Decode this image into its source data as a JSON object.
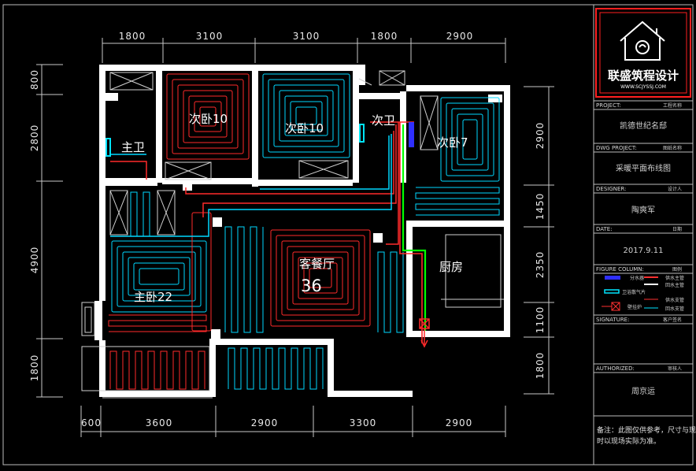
{
  "dimensions": {
    "top": [
      "1800",
      "3100",
      "3100",
      "1800",
      "2900"
    ],
    "bottom": [
      "600",
      "3600",
      "2900",
      "3300",
      "2900"
    ],
    "left": [
      "800",
      "2800",
      "4900",
      "1800"
    ],
    "right": [
      "2900",
      "1450",
      "2350",
      "1100",
      "1800"
    ]
  },
  "rooms": {
    "bedroom_a": "次卧10",
    "bedroom_b": "次卧10",
    "bedroom_c": "次卧7",
    "master_bath": "主卫",
    "second_bath": "次卫",
    "master_bedroom": "主卧22",
    "living_label": "客餐厅",
    "living_area": "36",
    "kitchen": "厨房"
  },
  "logo": {
    "title": "联盛筑程设计",
    "url": "WWW.SCJYSSJ.COM"
  },
  "title_block": {
    "project_label": "PROJECT:",
    "project_label_cn": "工程名称",
    "project_value": "凯德世纪名邸",
    "dwg_label": "DWG PROJECT:",
    "dwg_label_cn": "图纸名称",
    "dwg_value": "采暖平面布线图",
    "designer_label": "DESIGNER:",
    "designer_label_cn": "设计人",
    "designer_value": "陶爽军",
    "date_label": "DATE:",
    "date_label_cn": "日期",
    "date_value": "2017.9.11",
    "figure_label": "FIGURE COLUMN:",
    "figure_label_cn": "图例",
    "legend": [
      {
        "label": "分水器",
        "color": "#2f2fff"
      },
      {
        "label": "供水主管",
        "color": "#ff3030"
      },
      {
        "label": "回水主管",
        "color": "#ffffff"
      },
      {
        "label": "卫浴散气片",
        "color": "#00e5ff"
      },
      {
        "label": "壁挂炉",
        "color": "#ff3030"
      },
      {
        "label": "供水支管",
        "color": "#ff3030"
      },
      {
        "label": "回水支管",
        "color": "#00e5ff"
      }
    ],
    "signature_label": "SIGNATURE:",
    "signature_label_cn": "客户签名",
    "authorized_label": "AUTHORIZED:",
    "authorized_label_cn": "审核人",
    "authorized_value": "周京运",
    "note_line1": "备注：此图仅供参考，尺寸与现场不符",
    "note_line2": "时以现场实际为准。"
  },
  "colors": {
    "background": "#000000",
    "supply": "#ff2a2a",
    "return": "#00d8ff",
    "main_green": "#00ff00",
    "walls": "#ffffff",
    "frame_red": "#ff2020"
  }
}
